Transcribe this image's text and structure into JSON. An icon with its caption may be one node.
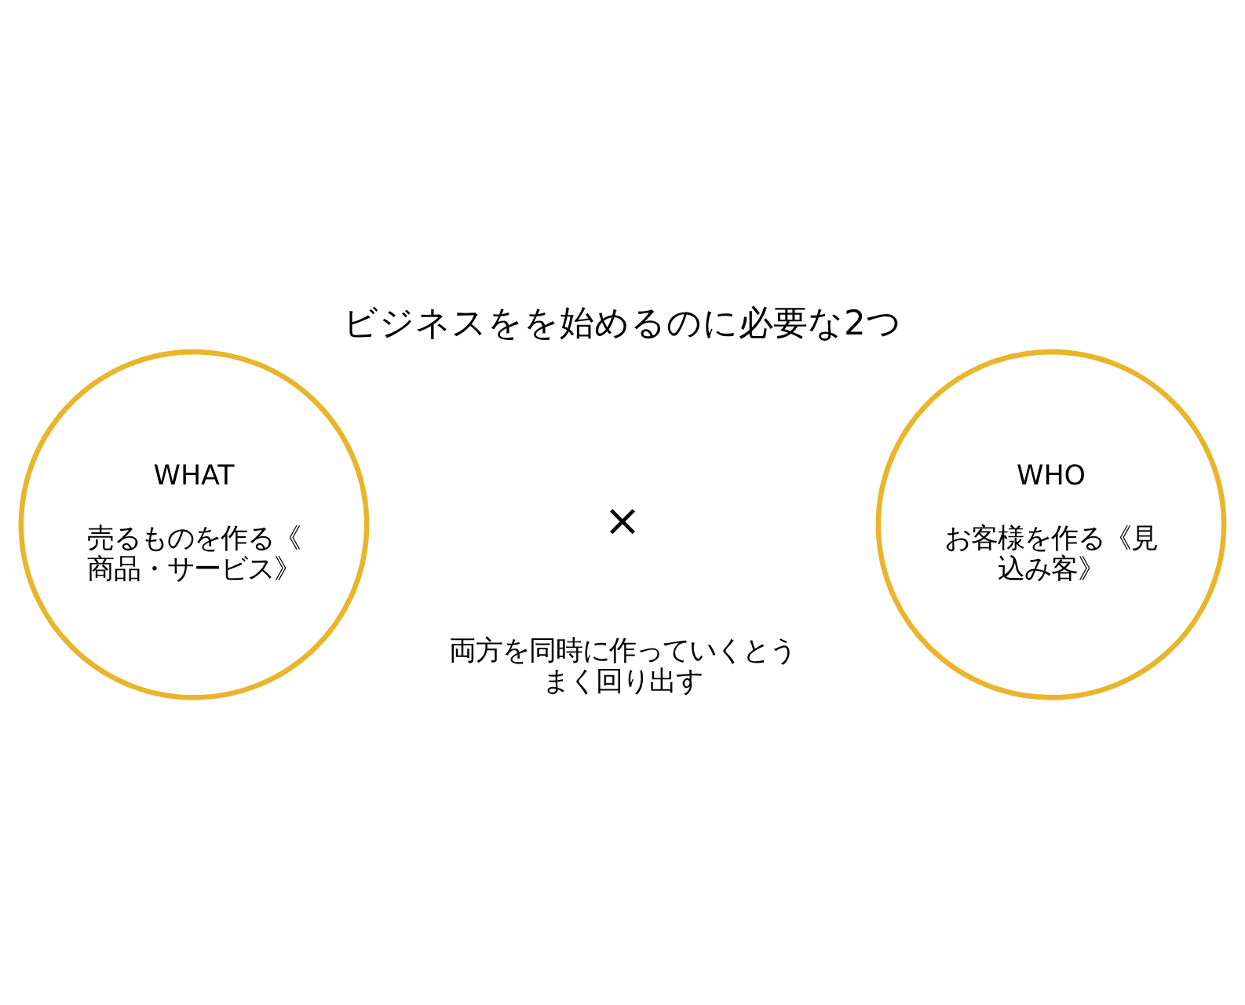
{
  "diagram": {
    "title": "ビジネスをを始めるのに必要な2つ",
    "nodes": [
      {
        "text": [
          "WHAT",
          "売るものを作る《商品・サービス》"
        ]
      },
      {
        "text": [
          "WHO",
          "お客様を作る《見込み客》"
        ]
      }
    ],
    "edges": [],
    "labels": [
      "×",
      "両方を同時に作っていくとうまく回り出す"
    ]
  }
}
